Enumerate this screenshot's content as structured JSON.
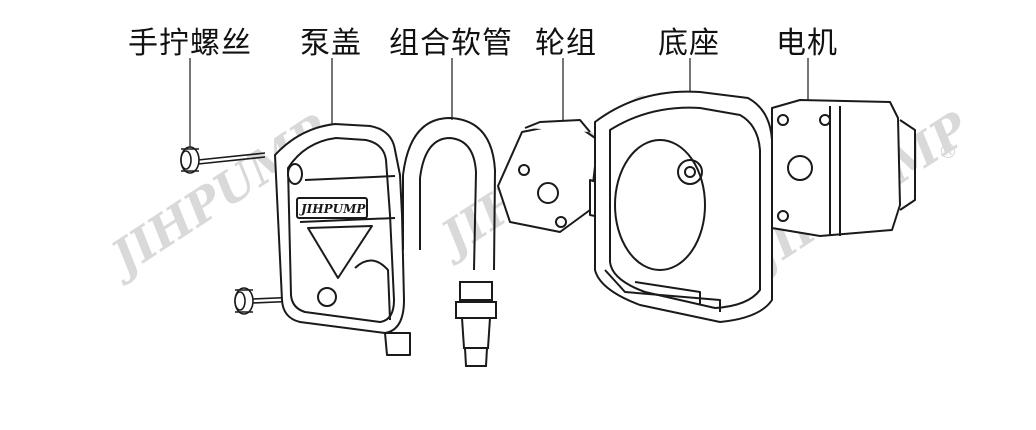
{
  "labels": {
    "thumb_screw": "手拧螺丝",
    "pump_cover": "泵盖",
    "tubing": "组合软管",
    "roller_set": "轮组",
    "base": "底座",
    "motor": "电机"
  },
  "cover_logo": "JIHPUMP",
  "watermark": "JIHPUMP",
  "watermark_mark": "®",
  "colors": {
    "line": "#1a1a1a",
    "watermark": "#d9d9d9",
    "fill": "#ffffff"
  }
}
